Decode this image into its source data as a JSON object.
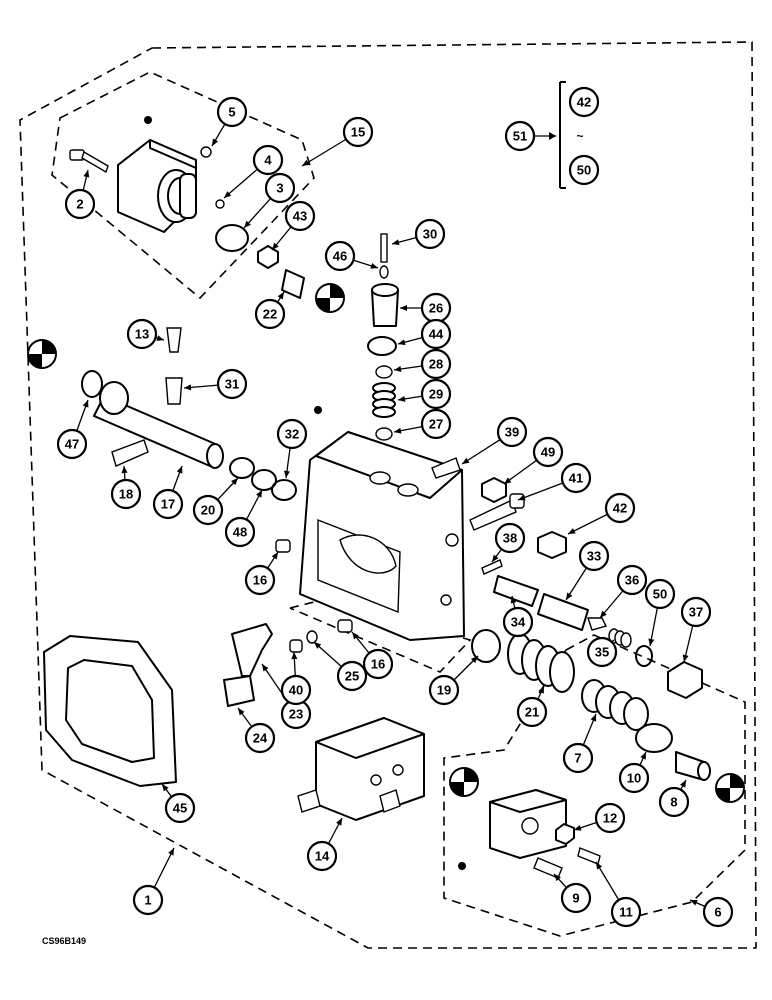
{
  "diagram": {
    "figure_code": "CS96B149",
    "callouts": [
      {
        "id": "c1",
        "label": "1"
      },
      {
        "id": "c2",
        "label": "2"
      },
      {
        "id": "c3",
        "label": "3"
      },
      {
        "id": "c4",
        "label": "4"
      },
      {
        "id": "c5",
        "label": "5"
      },
      {
        "id": "c6",
        "label": "6"
      },
      {
        "id": "c7",
        "label": "7"
      },
      {
        "id": "c8",
        "label": "8"
      },
      {
        "id": "c9",
        "label": "9"
      },
      {
        "id": "c10",
        "label": "10"
      },
      {
        "id": "c11",
        "label": "11"
      },
      {
        "id": "c12",
        "label": "12"
      },
      {
        "id": "c13",
        "label": "13"
      },
      {
        "id": "c14",
        "label": "14"
      },
      {
        "id": "c15",
        "label": "15"
      },
      {
        "id": "c16a",
        "label": "16"
      },
      {
        "id": "c16b",
        "label": "16"
      },
      {
        "id": "c17",
        "label": "17"
      },
      {
        "id": "c18",
        "label": "18"
      },
      {
        "id": "c19",
        "label": "19"
      },
      {
        "id": "c20",
        "label": "20"
      },
      {
        "id": "c21",
        "label": "21"
      },
      {
        "id": "c22",
        "label": "22"
      },
      {
        "id": "c23",
        "label": "23"
      },
      {
        "id": "c24",
        "label": "24"
      },
      {
        "id": "c25",
        "label": "25"
      },
      {
        "id": "c26",
        "label": "26"
      },
      {
        "id": "c27",
        "label": "27"
      },
      {
        "id": "c28",
        "label": "28"
      },
      {
        "id": "c29",
        "label": "29"
      },
      {
        "id": "c30",
        "label": "30"
      },
      {
        "id": "c31",
        "label": "31"
      },
      {
        "id": "c32",
        "label": "32"
      },
      {
        "id": "c33",
        "label": "33"
      },
      {
        "id": "c34",
        "label": "34"
      },
      {
        "id": "c35",
        "label": "35"
      },
      {
        "id": "c36",
        "label": "36"
      },
      {
        "id": "c37",
        "label": "37"
      },
      {
        "id": "c38",
        "label": "38"
      },
      {
        "id": "c39",
        "label": "39"
      },
      {
        "id": "c40",
        "label": "40"
      },
      {
        "id": "c41",
        "label": "41"
      },
      {
        "id": "c42",
        "label": "42"
      },
      {
        "id": "c43",
        "label": "43"
      },
      {
        "id": "c44",
        "label": "44"
      },
      {
        "id": "c45",
        "label": "45"
      },
      {
        "id": "c46",
        "label": "46"
      },
      {
        "id": "c47",
        "label": "47"
      },
      {
        "id": "c48",
        "label": "48"
      },
      {
        "id": "c49",
        "label": "49"
      },
      {
        "id": "c50",
        "label": "50"
      },
      {
        "id": "c51",
        "label": "51"
      },
      {
        "id": "c42b",
        "label": "42"
      },
      {
        "id": "c50b",
        "label": "50"
      }
    ],
    "legend_range": {
      "from": "42",
      "to": "50",
      "connector": "~"
    }
  }
}
